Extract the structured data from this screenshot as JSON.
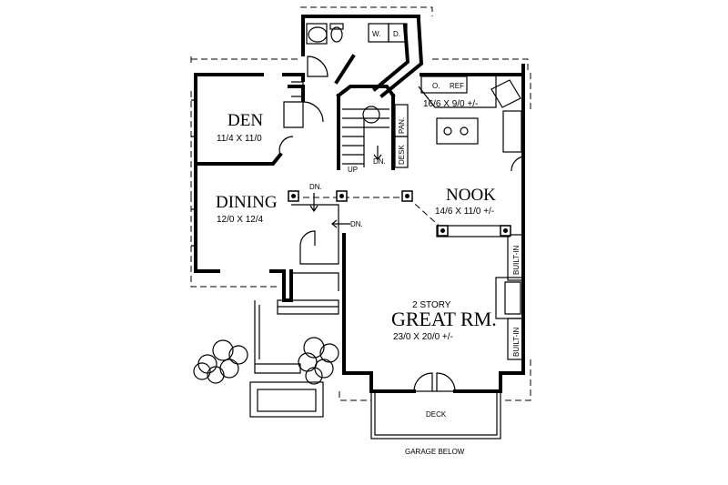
{
  "rooms": {
    "den": {
      "name": "DEN",
      "dims": "11/4 X 11/0"
    },
    "dining": {
      "name": "DINING",
      "dims": "12/0 X 12/4"
    },
    "nook": {
      "name": "NOOK",
      "dims": "14/6 X 11/0 +/-"
    },
    "kitchen": {
      "dims": "16/6 X 9/0 +/-"
    },
    "great_room": {
      "subtitle": "2 STORY",
      "name": "GREAT RM.",
      "dims": "23/0 X 20/0 +/-"
    },
    "deck": {
      "name": "DECK"
    }
  },
  "labels": {
    "washer": "W.",
    "dryer": "D.",
    "oven": "O.",
    "refrigerator": "REF",
    "pantry": "PAN.",
    "desk": "DESK",
    "up": "UP",
    "down_stair": "DN.",
    "down_dining_top": "DN.",
    "down_dining_right": "DN.",
    "built_in_upper": "BUILT-IN",
    "built_in_lower": "BUILT-IN",
    "garage": "GARAGE BELOW"
  }
}
